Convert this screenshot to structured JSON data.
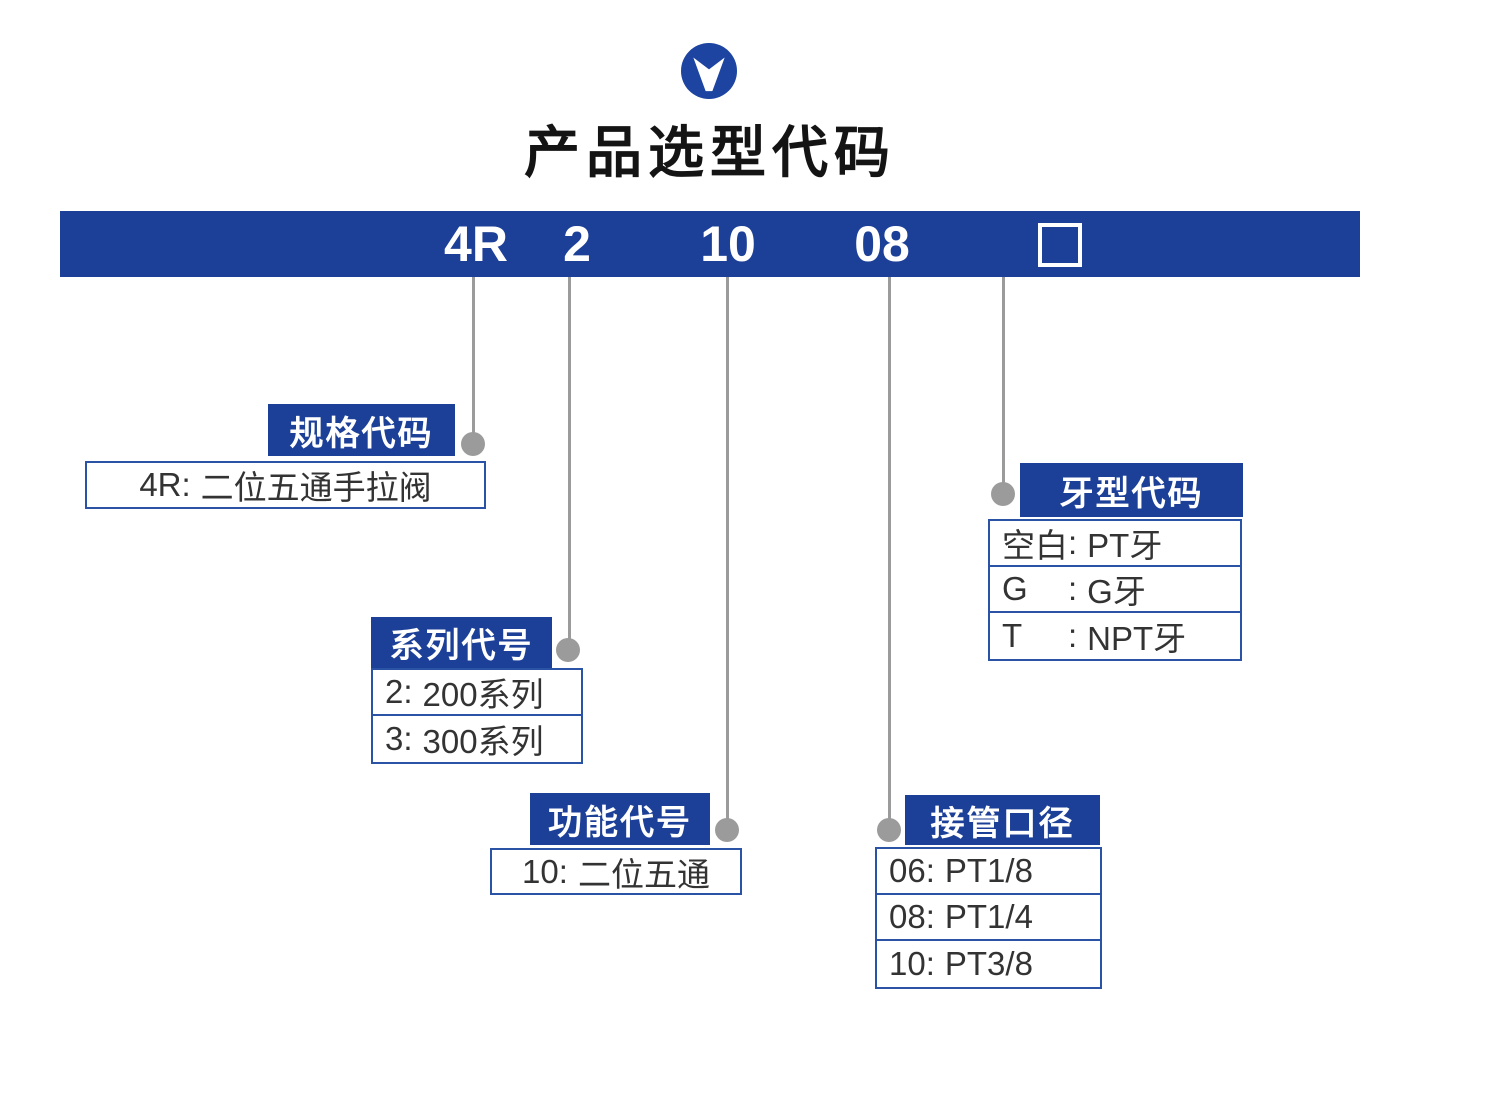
{
  "page": {
    "title": "产品选型代码"
  },
  "logo": {
    "name": "brand-v-logo",
    "color": "#1c44a0"
  },
  "separator": ":",
  "bar": {
    "segments": [
      {
        "code": "4R"
      },
      {
        "code": "2"
      },
      {
        "code": "10"
      },
      {
        "code": "08"
      }
    ],
    "placeholder": "□"
  },
  "sections": [
    {
      "label": "规格代码",
      "rows": [
        {
          "code": "4R",
          "desc": "二位五通手拉阀"
        }
      ]
    },
    {
      "label": "系列代号",
      "rows": [
        {
          "code": "2",
          "desc": "200系列"
        },
        {
          "code": "3",
          "desc": "300系列"
        }
      ]
    },
    {
      "label": "功能代号",
      "rows": [
        {
          "code": "10",
          "desc": "二位五通"
        }
      ]
    },
    {
      "label": "接管口径",
      "rows": [
        {
          "code": "06",
          "desc": "PT1/8"
        },
        {
          "code": "08",
          "desc": "PT1/4"
        },
        {
          "code": "10",
          "desc": "PT3/8"
        }
      ]
    },
    {
      "label": "牙型代码",
      "rows": [
        {
          "code": "空白",
          "desc": "PT牙"
        },
        {
          "code": "G",
          "desc": "G牙"
        },
        {
          "code": "T",
          "desc": "NPT牙"
        }
      ]
    }
  ],
  "colors": {
    "primary_blue": "#1c3f97",
    "box_border_blue": "#2a52a5",
    "line_gray": "#9b9b9b",
    "text_dark": "#333333"
  }
}
